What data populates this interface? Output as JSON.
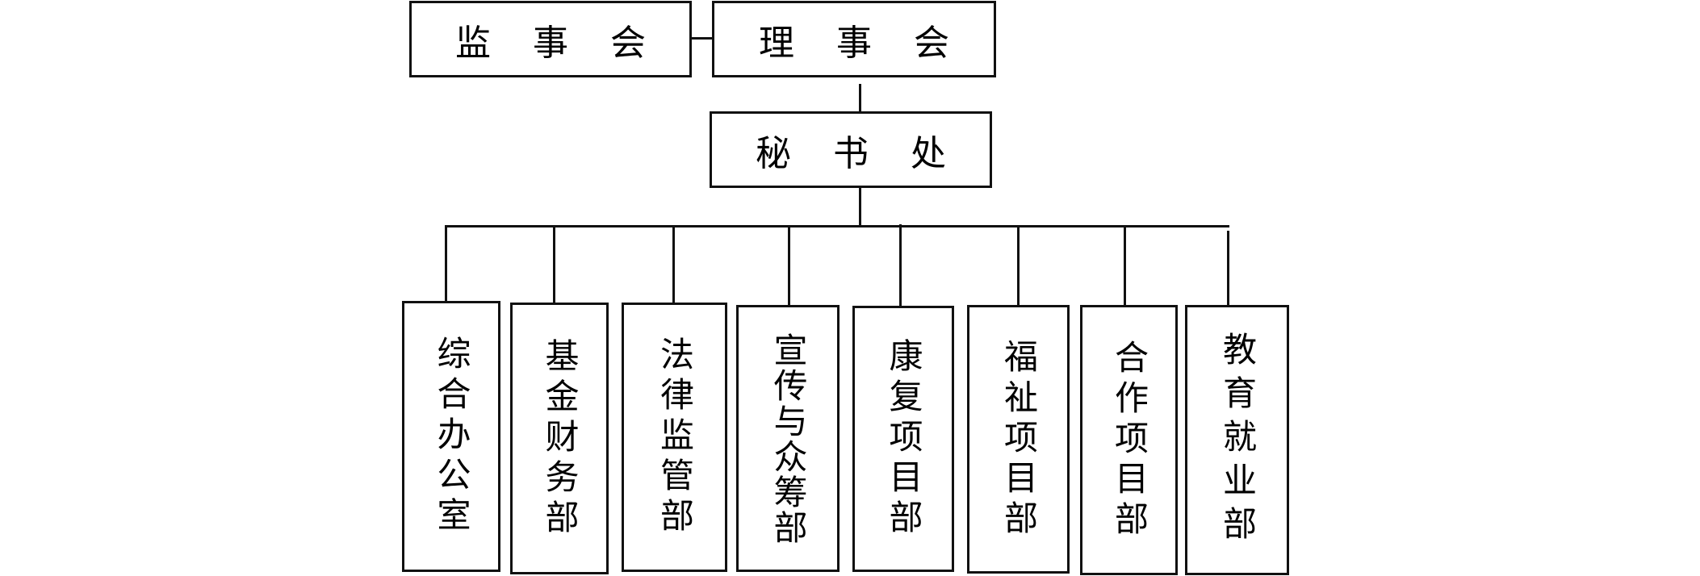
{
  "diagram": {
    "type": "org-chart",
    "supervisory_board": {
      "label": "监事会"
    },
    "board_of_directors": {
      "label": "理事会"
    },
    "secretariat": {
      "label": "秘书处"
    },
    "departments": [
      {
        "label": "综合办公室"
      },
      {
        "label": "基金财务部"
      },
      {
        "label": "法律监管部"
      },
      {
        "label": "宣传与众筹部"
      },
      {
        "label": "康复项目部"
      },
      {
        "label": "福祉项目部"
      },
      {
        "label": "合作项目部"
      },
      {
        "label": "教育就业部"
      }
    ],
    "connections": [
      {
        "from": "监事会",
        "to": "理事会"
      },
      {
        "from": "理事会",
        "to": "秘书处"
      },
      {
        "from": "秘书处",
        "to": "综合办公室"
      },
      {
        "from": "秘书处",
        "to": "基金财务部"
      },
      {
        "from": "秘书处",
        "to": "法律监管部"
      },
      {
        "from": "秘书处",
        "to": "宣传与众筹部"
      },
      {
        "from": "秘书处",
        "to": "康复项目部"
      },
      {
        "from": "秘书处",
        "to": "福祉项目部"
      },
      {
        "from": "秘书处",
        "to": "合作项目部"
      },
      {
        "from": "秘书处",
        "to": "教育就业部"
      }
    ]
  }
}
